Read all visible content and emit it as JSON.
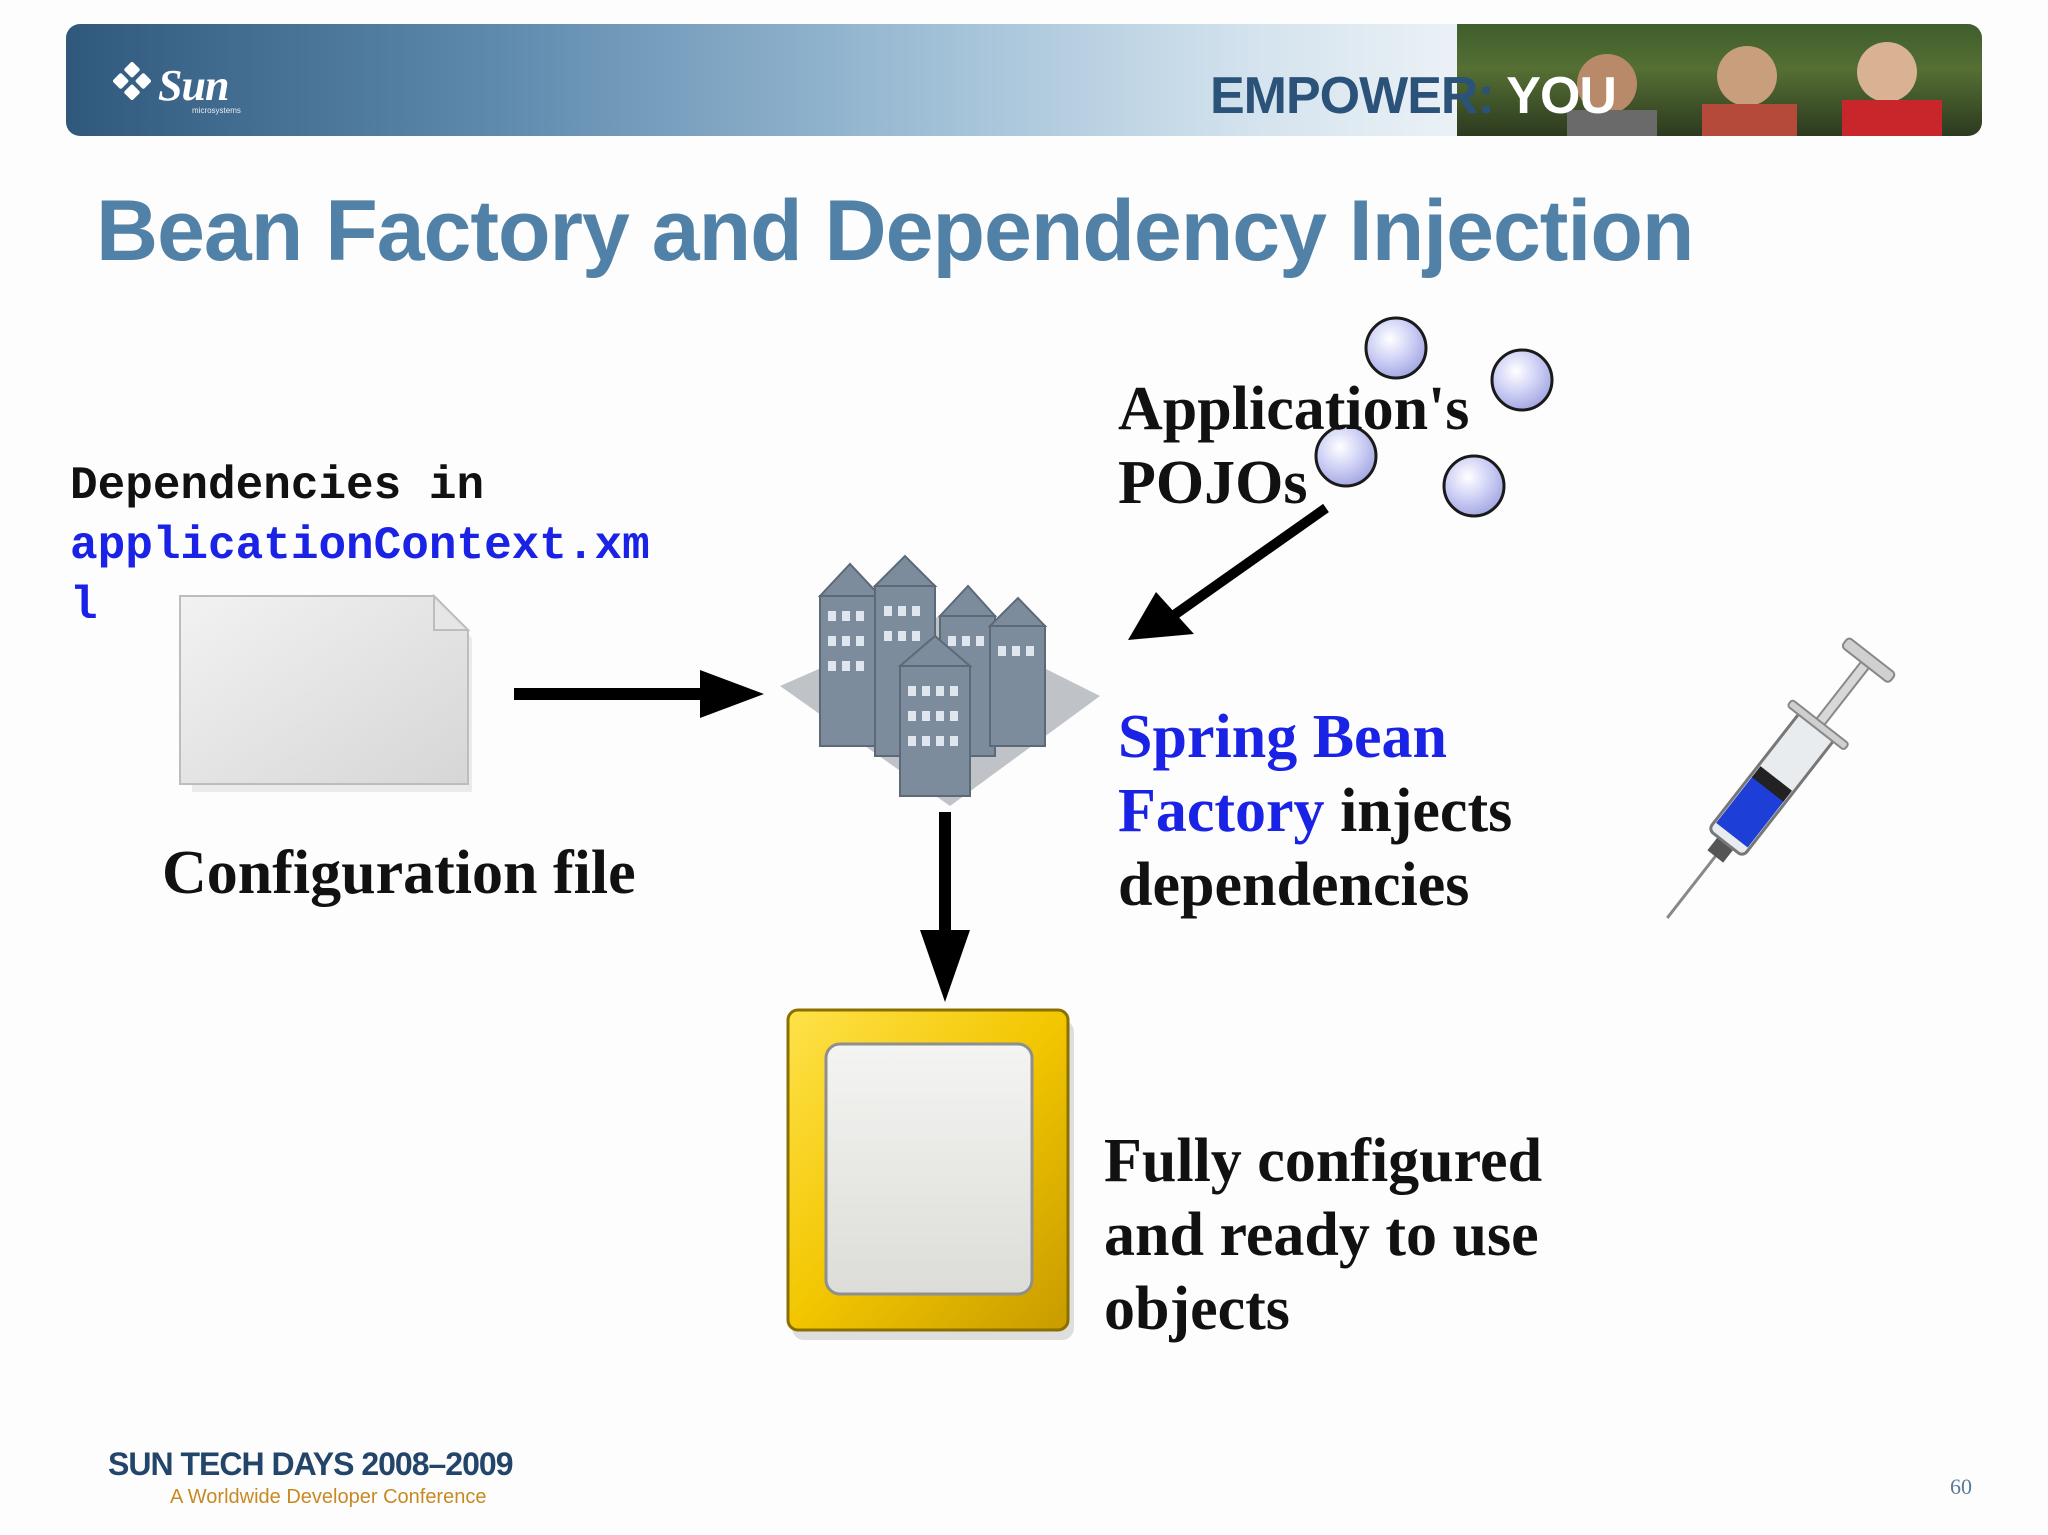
{
  "header": {
    "logo_text": "Sun",
    "logo_subtext": "microsystems",
    "tagline_prefix": "EMPOWER:",
    "tagline_suffix": "YOU"
  },
  "slide": {
    "title": "Bean Factory and Dependency Injection"
  },
  "diagram": {
    "deps_label_line1": "Dependencies in",
    "deps_label_line2": "applicationContext.xm",
    "deps_label_line3": "l",
    "config_label": "Configuration file",
    "pojos_line1": "Application's",
    "pojos_line2": "POJOs",
    "factory_line1_blue": "Spring Bean",
    "factory_line2_blue": "Factory",
    "factory_line2_rest": " injects",
    "factory_line3": "dependencies",
    "result_line1": "Fully configured",
    "result_line2": "and ready to use",
    "result_line3": "objects"
  },
  "footer": {
    "event_title": "SUN TECH DAYS 2008–2009",
    "event_subtitle": "A Worldwide Developer Conference",
    "page_number": "60"
  },
  "colors": {
    "title": "#5181a6",
    "highlight_blue": "#1a22e6",
    "frame_yellow": "#f2c600"
  }
}
